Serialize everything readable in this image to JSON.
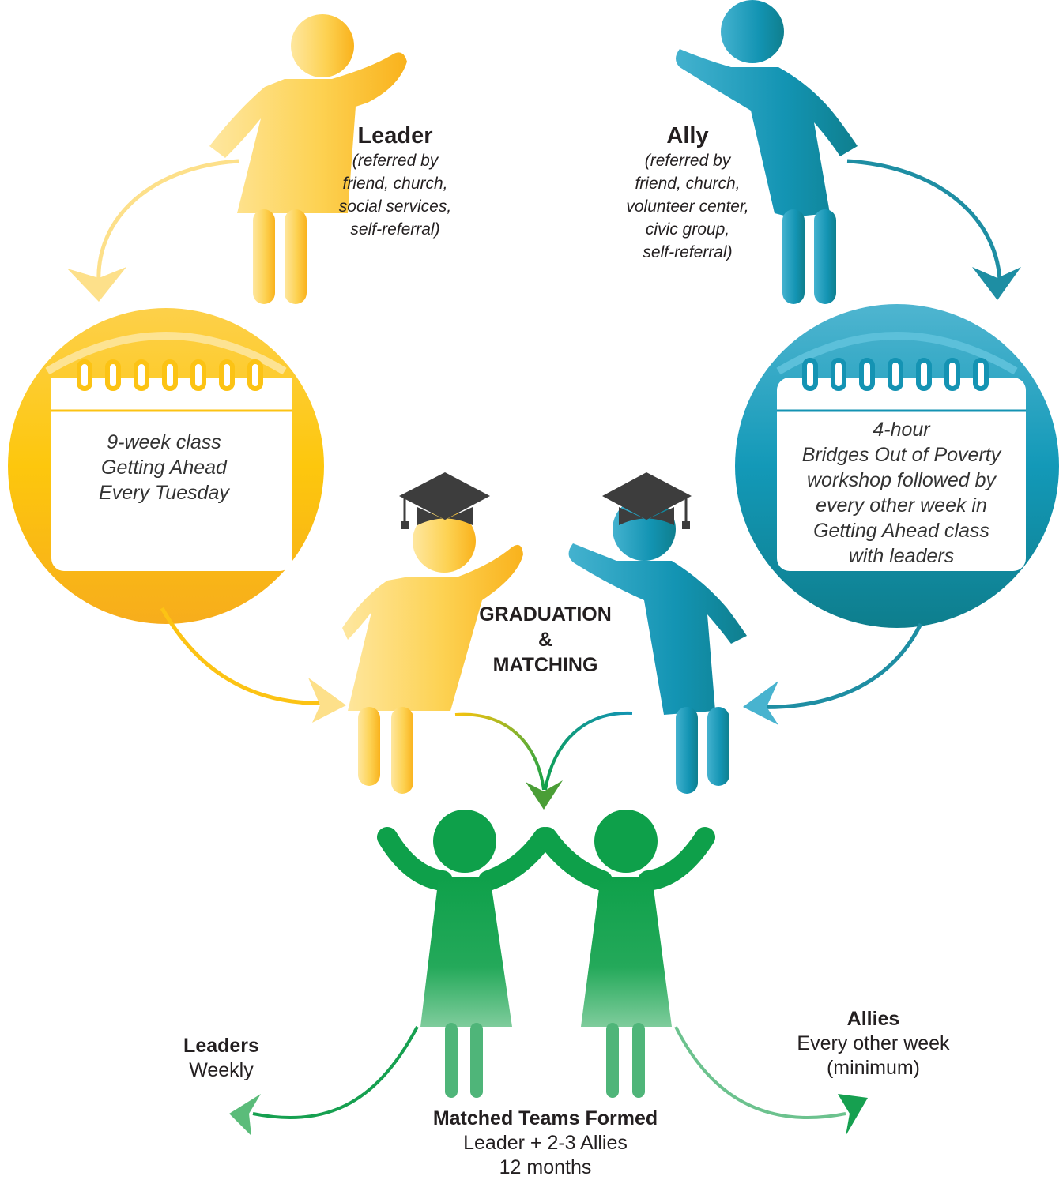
{
  "leader": {
    "title": "Leader",
    "lines": [
      "(referred by",
      "friend, church,",
      "social services,",
      "self-referral)"
    ]
  },
  "ally": {
    "title": "Ally",
    "lines": [
      "(referred by",
      "friend, church,",
      "volunteer center,",
      "civic group,",
      "self-referral)"
    ]
  },
  "leader_class": [
    "9-week class",
    "Getting Ahead",
    "Every Tuesday"
  ],
  "ally_class": [
    "4-hour",
    "Bridges Out of  Poverty",
    "workshop followed by",
    "every other week in",
    "Getting Ahead class",
    "with leaders"
  ],
  "graduation": [
    "GRADUATION",
    "&",
    "MATCHING"
  ],
  "leaders_freq": {
    "title": "Leaders",
    "value": "Weekly"
  },
  "allies_freq": {
    "title": "Allies",
    "value": "Every other week",
    "note": "(minimum)"
  },
  "teams": {
    "title": "Matched Teams Formed",
    "line1": "Leader + 2-3 Allies",
    "line2": "12 months"
  },
  "colors": {
    "yellow": "#fcc314",
    "yellow_light": "#fde596",
    "teal": "#1493b3",
    "teal_light": "#48b3cf",
    "green": "#0ea04a",
    "green_light": "#6cc28e",
    "cap": "#3d3d3d"
  }
}
